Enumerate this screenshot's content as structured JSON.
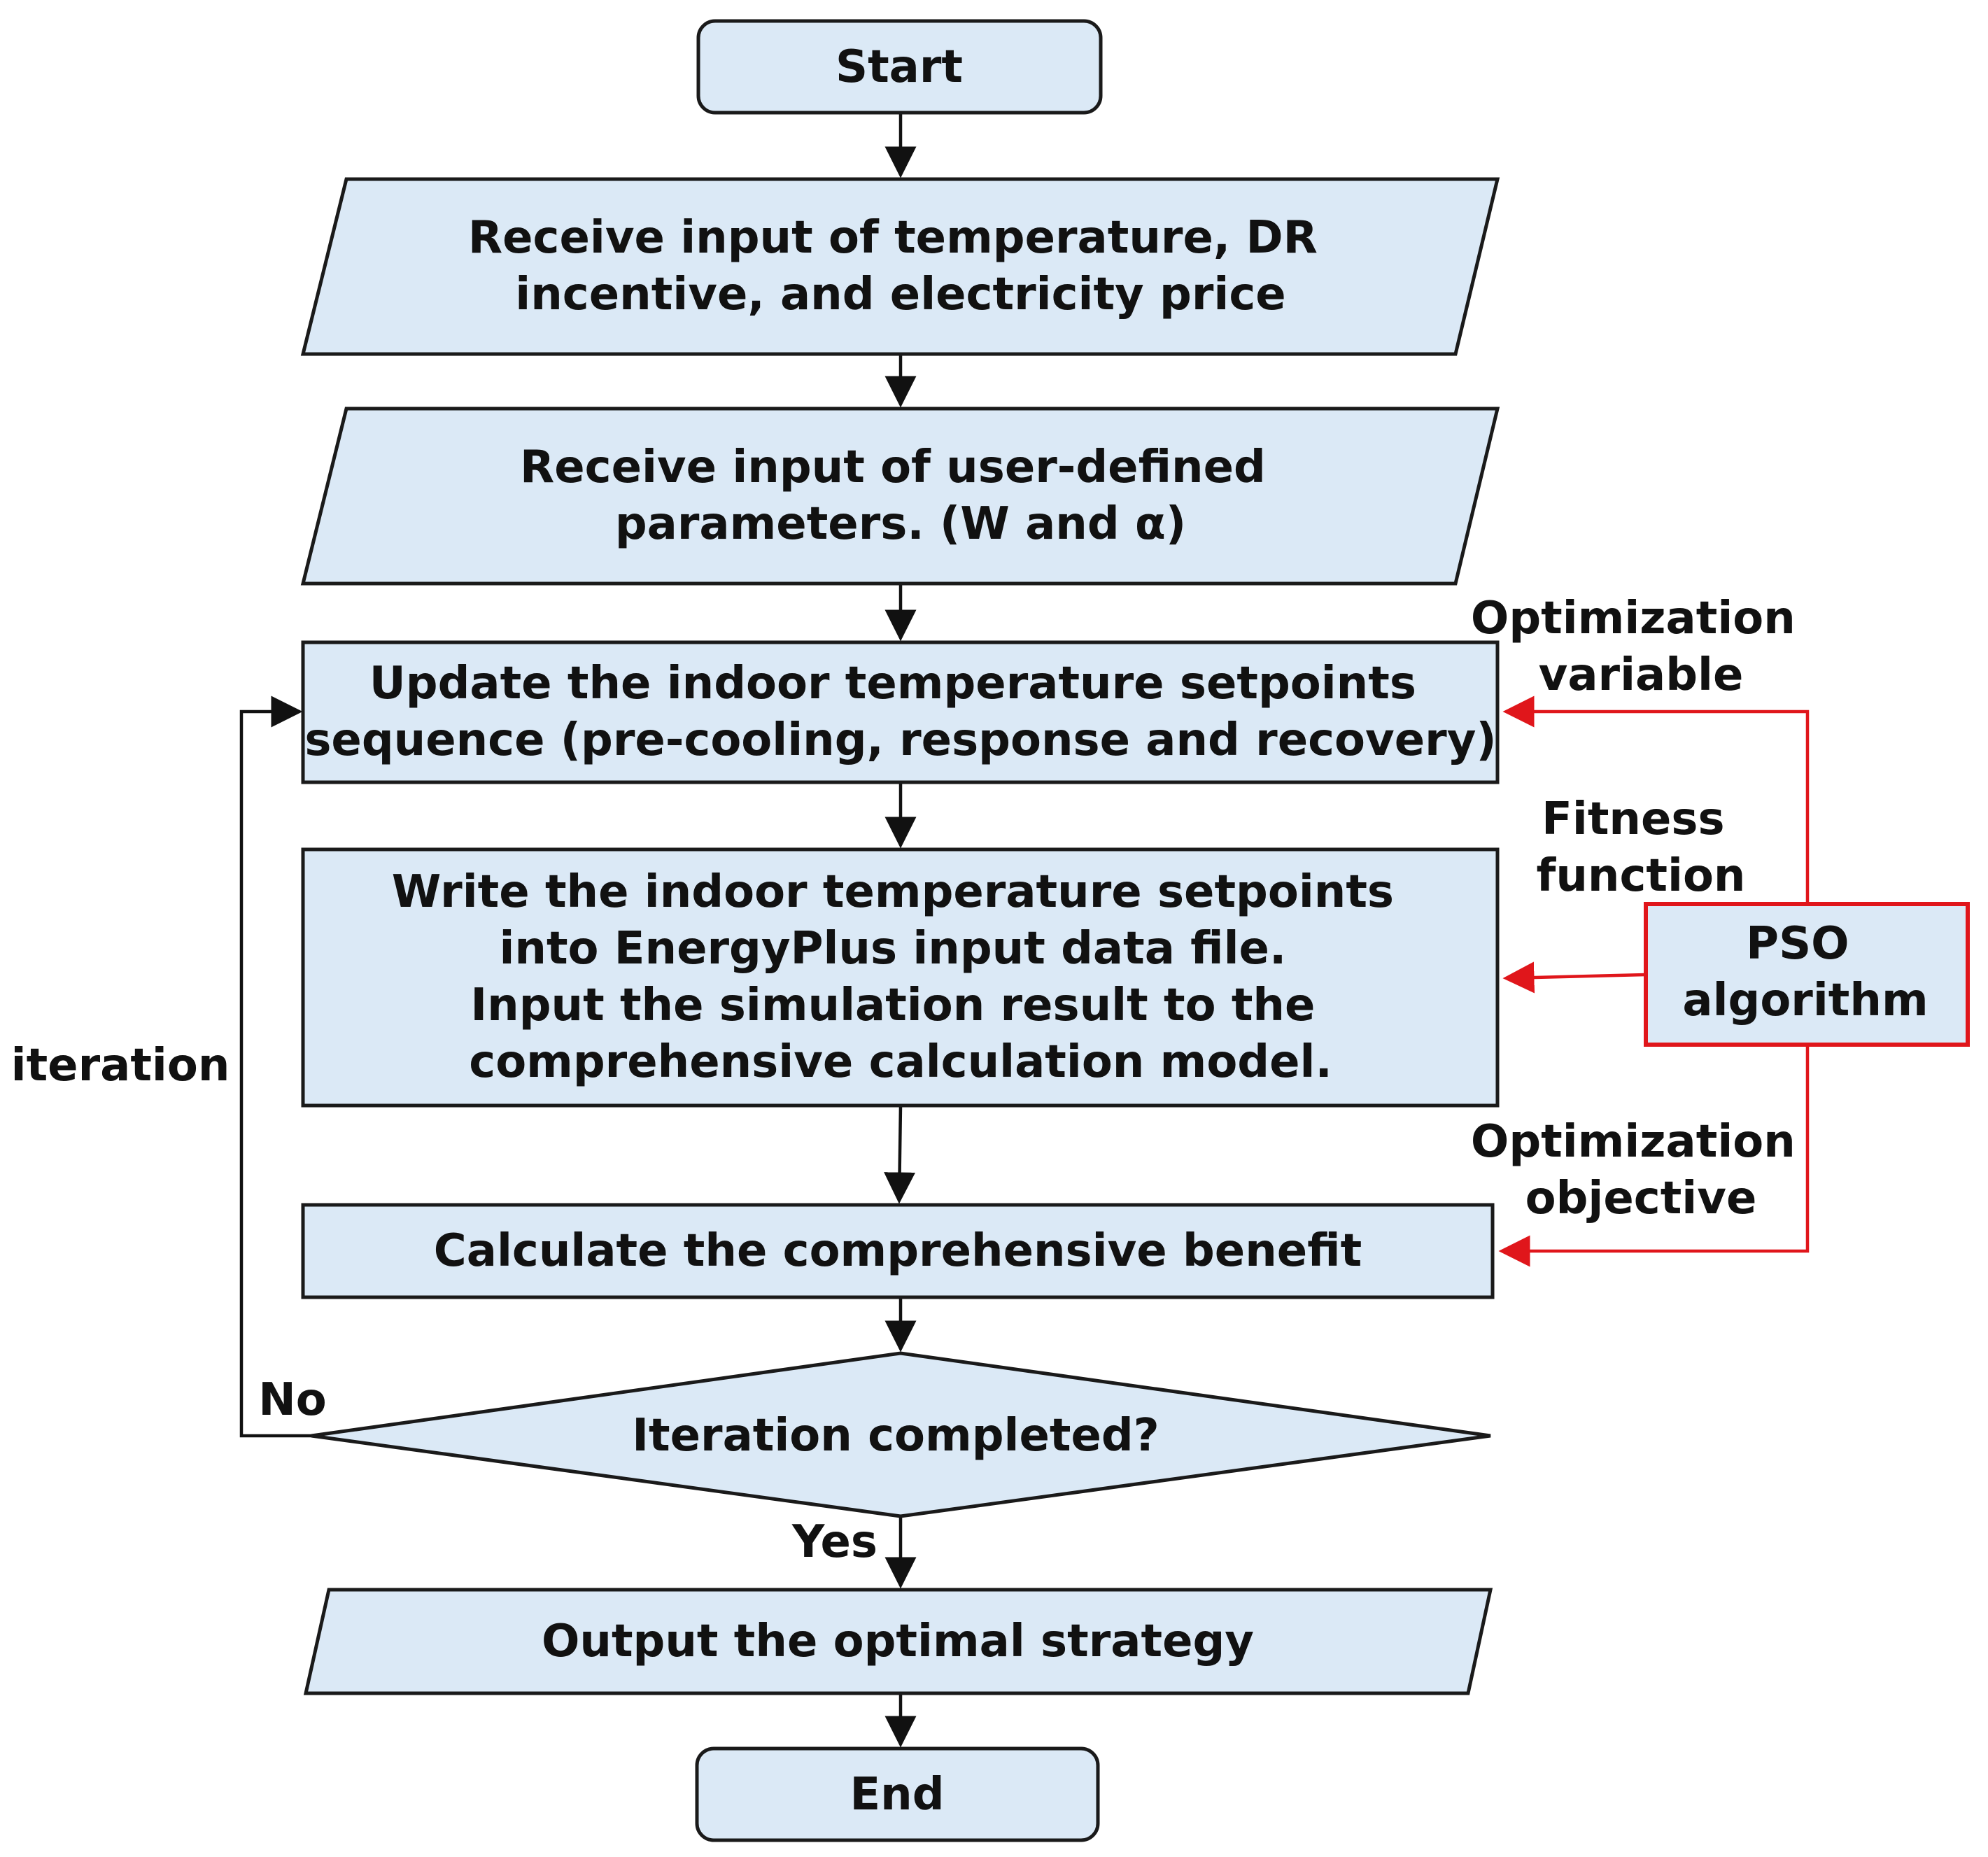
{
  "nodes": {
    "start": "Start",
    "input_temp": [
      "Receive input of temperature, DR",
      "incentive, and electricity price"
    ],
    "input_params": [
      "Receive input of user-defined",
      "parameters. (W and α)"
    ],
    "update": [
      "Update the indoor temperature setpoints",
      "sequence  (pre-cooling, response and recovery)"
    ],
    "write": [
      "Write the indoor temperature setpoints",
      "into EnergyPlus input data file.",
      "Input the simulation result to the",
      "comprehensive calculation model."
    ],
    "calculate": "Calculate the comprehensive benefit",
    "decision": "Iteration completed?",
    "output": "Output the optimal strategy",
    "end": "End",
    "pso": [
      "PSO",
      "algorithm"
    ]
  },
  "labels": {
    "iteration": "iteration",
    "no": "No",
    "yes": "Yes",
    "opt_variable": [
      "Optimization",
      "variable"
    ],
    "fitness": [
      "Fitness",
      "function"
    ],
    "opt_objective": [
      "Optimization",
      "objective"
    ]
  },
  "colors": {
    "box_fill": "#dbe9f6",
    "outline": "#1a1a1a",
    "pso_accent": "#e0161b"
  }
}
